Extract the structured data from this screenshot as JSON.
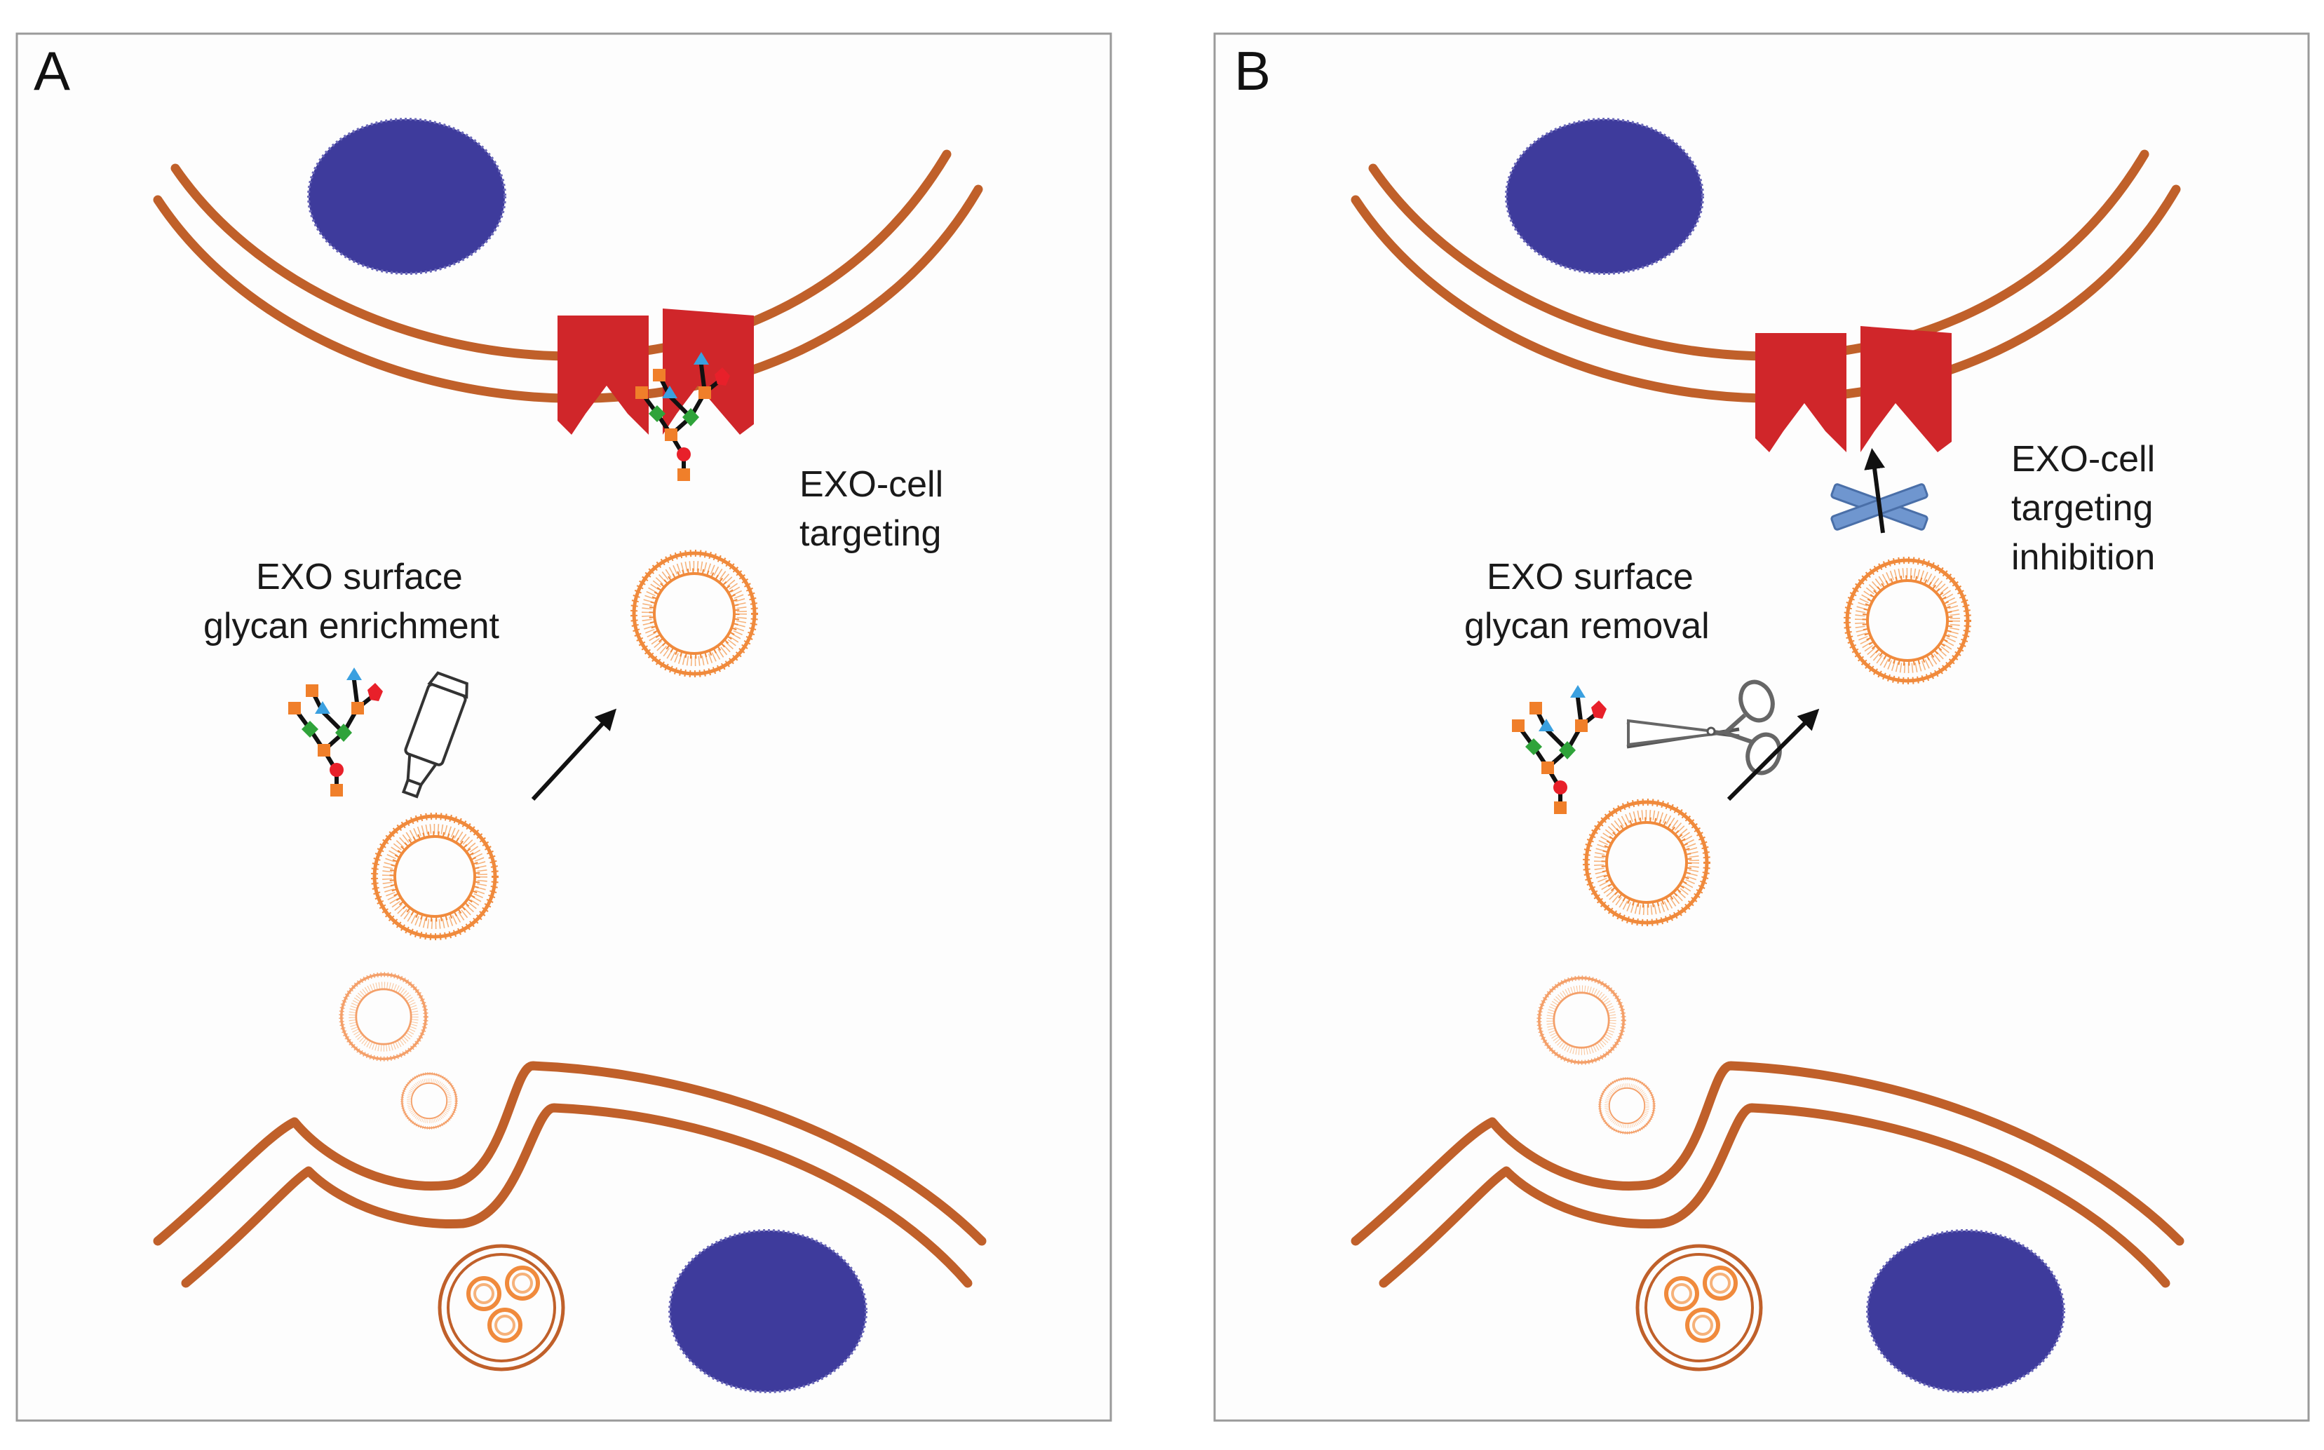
{
  "panels": [
    {
      "letter": "A",
      "glycan_label": [
        "EXO surface",
        "glycan enrichment"
      ],
      "targeting_label": [
        "EXO-cell",
        "targeting"
      ]
    },
    {
      "letter": "B",
      "glycan_label": [
        "EXO surface",
        "glycan removal"
      ],
      "targeting_label": [
        "EXO-cell",
        "targeting",
        "inhibition"
      ]
    }
  ],
  "colors": {
    "membrane": "#c0602a",
    "nucleus": "#3e3b9c",
    "receptor": "#d0262a",
    "vesicle": "#f08a3c",
    "antibody": "#6f96cf",
    "glycan_orange": "#f07f2a",
    "glycan_green": "#2fa33a",
    "glycan_blue": "#3aa0e0",
    "glycan_red": "#e8202a"
  },
  "icons": [
    "tube-icon",
    "scissors-icon",
    "antibody-icon",
    "receptor-icon",
    "exosome-icon",
    "glycan-icon",
    "arrow-icon"
  ]
}
